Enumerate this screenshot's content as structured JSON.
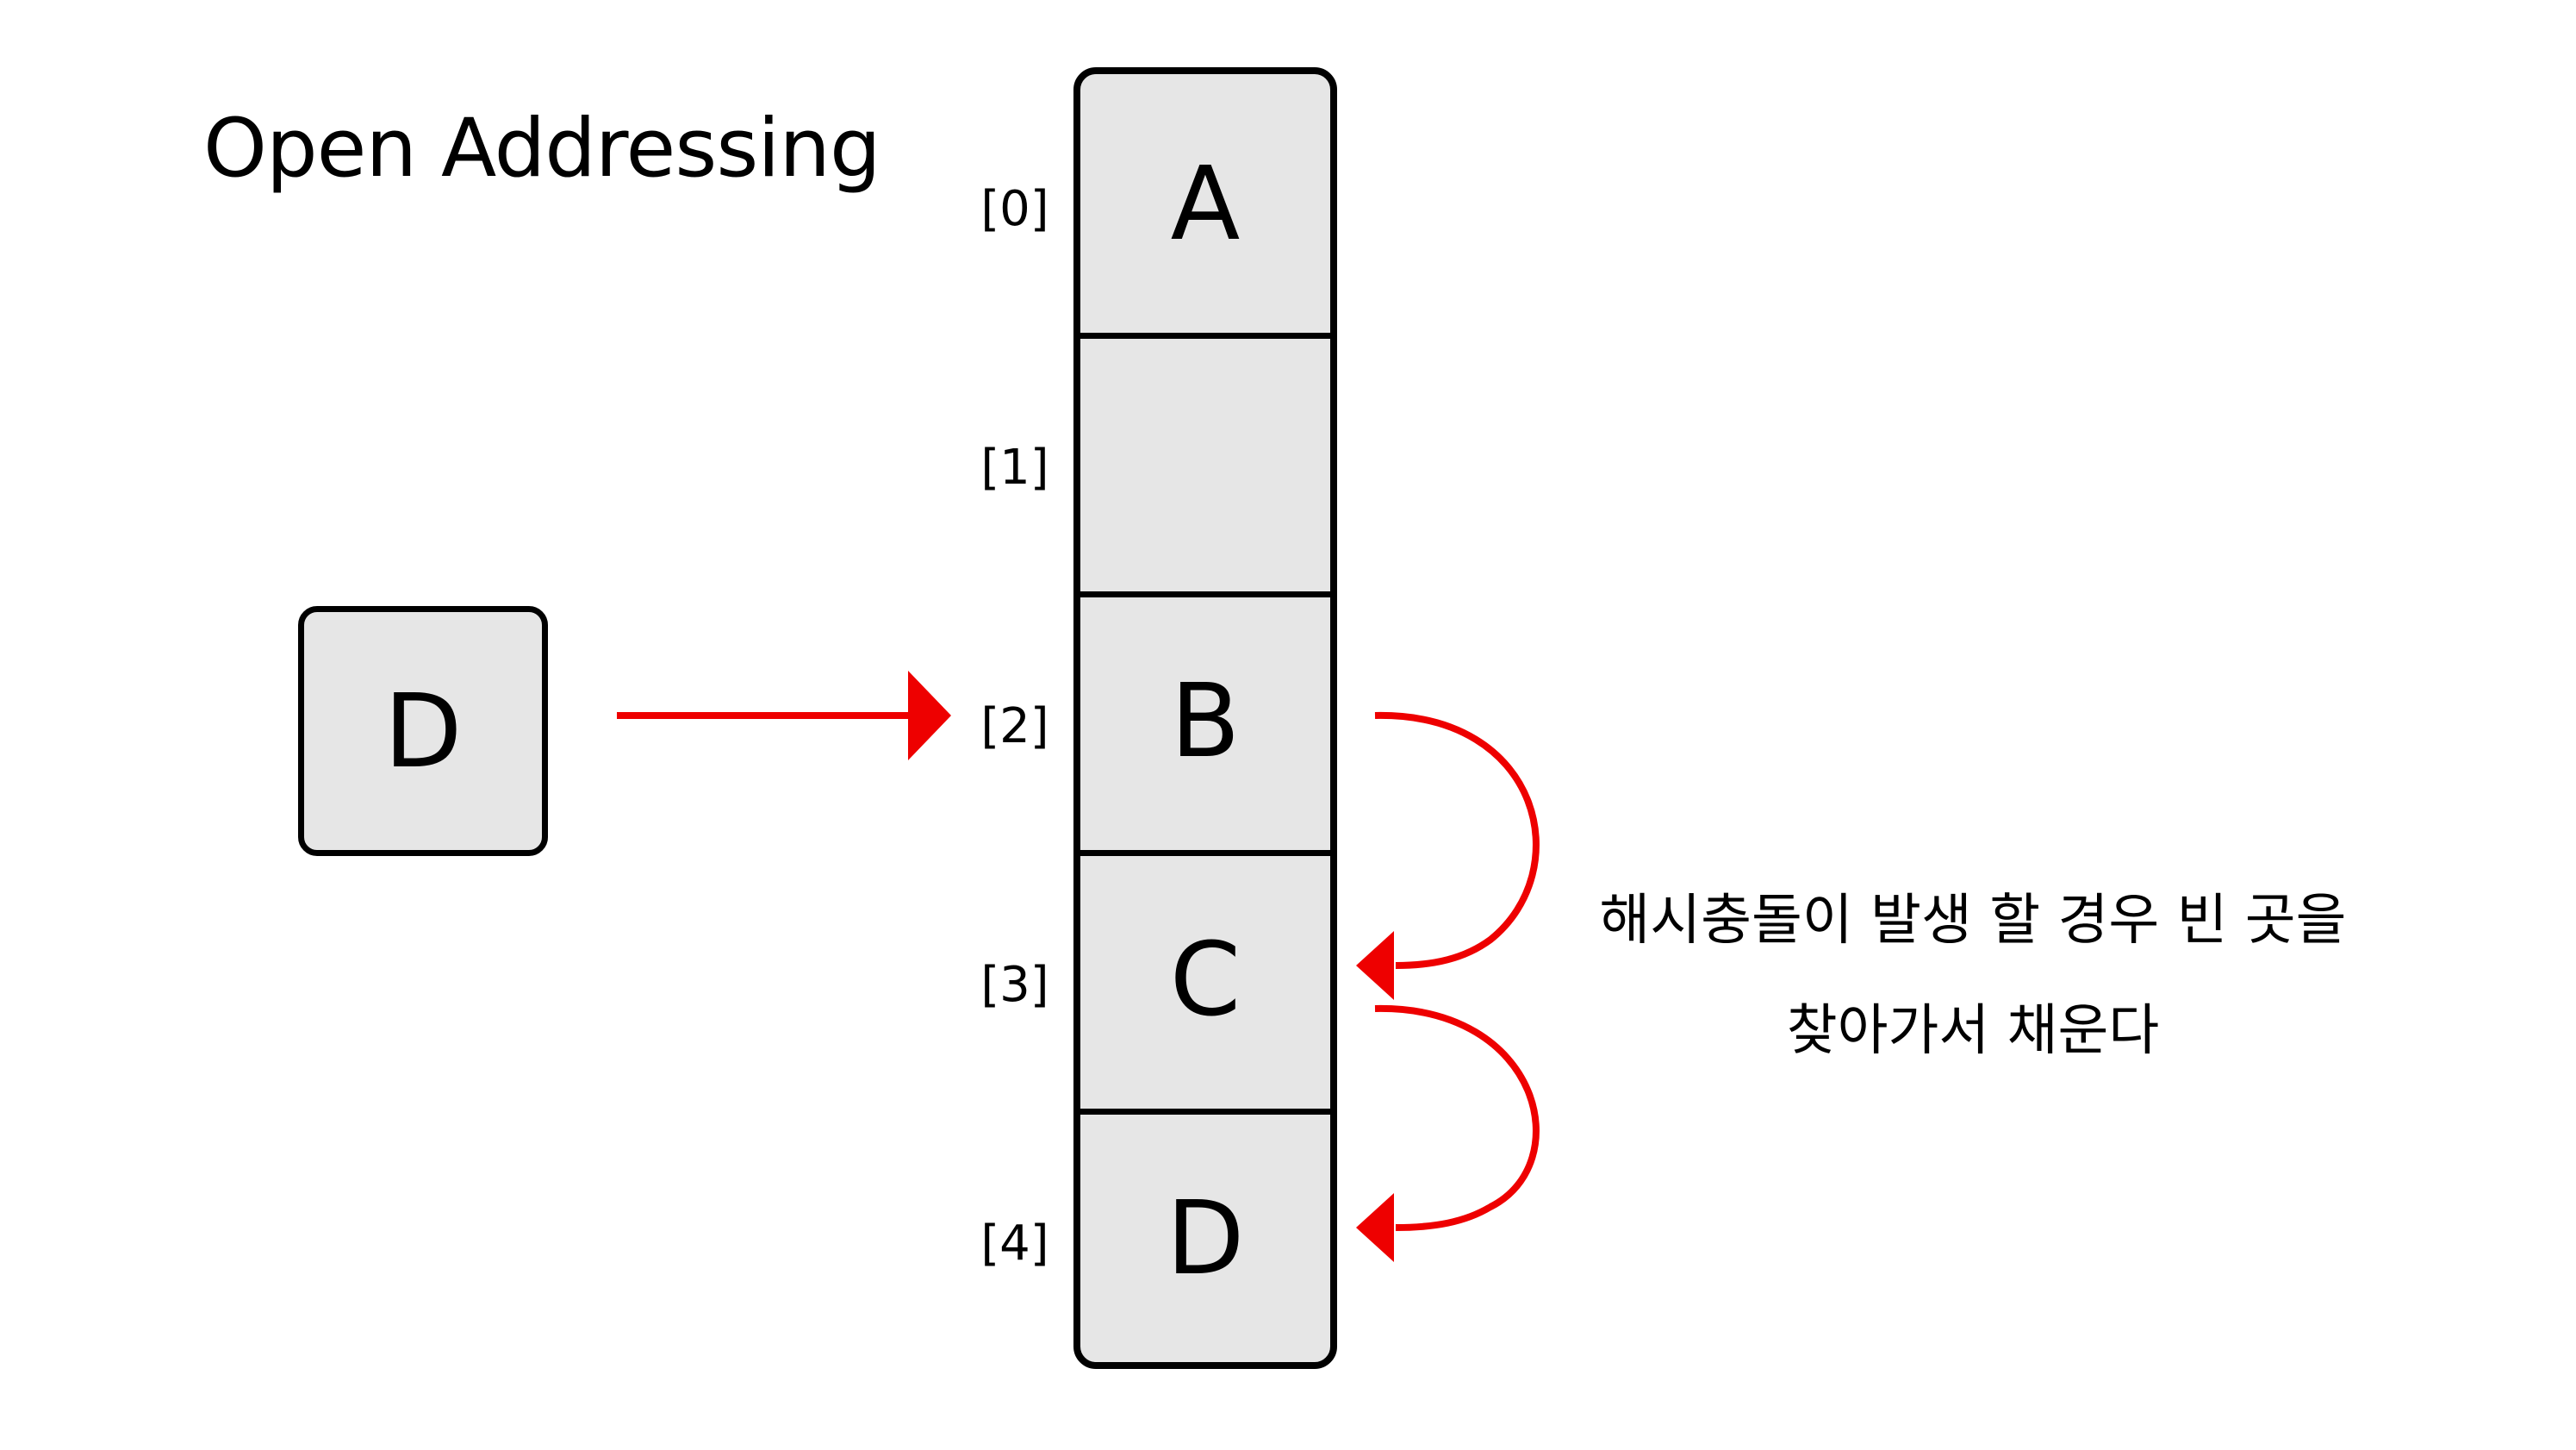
{
  "title": "Open Addressing",
  "input_key": "D",
  "table": {
    "slots": [
      {
        "index": "[0]",
        "value": "A"
      },
      {
        "index": "[1]",
        "value": ""
      },
      {
        "index": "[2]",
        "value": "B"
      },
      {
        "index": "[3]",
        "value": "C"
      },
      {
        "index": "[4]",
        "value": "D"
      }
    ]
  },
  "note": {
    "line1": "해시충돌이 발생 할 경우 빈 곳을",
    "line2": "찾아가서 채운다"
  },
  "colors": {
    "arrow": "#ee0000",
    "cell_fill": "#e6e6e6",
    "border": "#000000"
  }
}
